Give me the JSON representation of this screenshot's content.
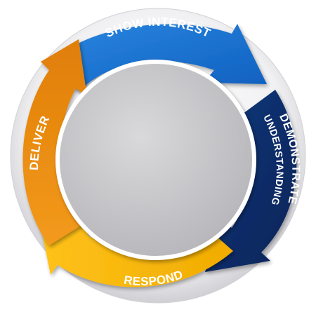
{
  "diagram": {
    "stages": [
      {
        "label": "SHOW INTEREST",
        "color": "#1565c8"
      },
      {
        "label": "DEMONSTRATE",
        "color": "#10306e"
      },
      {
        "label": "UNDERSTANDING",
        "color": "#10306e"
      },
      {
        "label": "RESPOND",
        "color": "#f4b400"
      },
      {
        "label": "DELIVER",
        "color": "#e88a12"
      }
    ],
    "colors": {
      "outer_ring": "#e9e9ec",
      "center_disc": "#c9c9cc"
    }
  }
}
